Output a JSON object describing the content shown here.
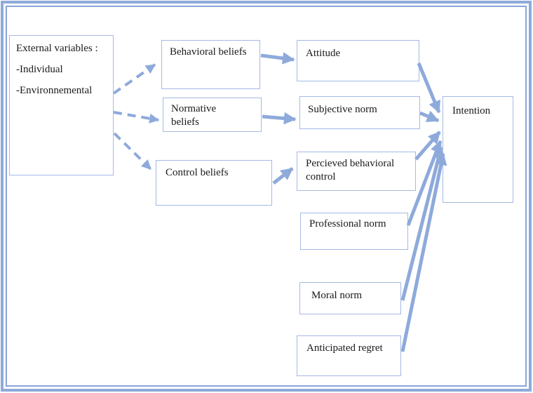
{
  "diagram": {
    "external_variables": {
      "title": "External variables :",
      "items": [
        "-Individual",
        "-Environnemental"
      ]
    },
    "nodes": {
      "behavioral_beliefs": "Behavioral beliefs",
      "normative_beliefs": "Normative beliefs",
      "control_beliefs": "Control beliefs",
      "attitude": "Attitude",
      "subjective_norm": "Subjective norm",
      "perceived_behavioral_control": "Percieved behavioral control",
      "intention": "Intention",
      "professional_norm": "Professional norm",
      "moral_norm": "Moral norm",
      "anticipated_regret": "Anticipated regret"
    },
    "edges": [
      {
        "from": "external_variables",
        "to": "behavioral_beliefs",
        "style": "dashed"
      },
      {
        "from": "external_variables",
        "to": "normative_beliefs",
        "style": "dashed"
      },
      {
        "from": "external_variables",
        "to": "control_beliefs",
        "style": "dashed"
      },
      {
        "from": "behavioral_beliefs",
        "to": "attitude",
        "style": "solid"
      },
      {
        "from": "normative_beliefs",
        "to": "subjective_norm",
        "style": "solid"
      },
      {
        "from": "control_beliefs",
        "to": "perceived_behavioral_control",
        "style": "solid"
      },
      {
        "from": "attitude",
        "to": "intention",
        "style": "solid"
      },
      {
        "from": "subjective_norm",
        "to": "intention",
        "style": "solid"
      },
      {
        "from": "perceived_behavioral_control",
        "to": "intention",
        "style": "solid"
      },
      {
        "from": "professional_norm",
        "to": "intention",
        "style": "solid"
      },
      {
        "from": "moral_norm",
        "to": "intention",
        "style": "solid"
      },
      {
        "from": "anticipated_regret",
        "to": "intention",
        "style": "solid"
      }
    ],
    "colors": {
      "arrow": "#8eaadb",
      "box_border": "#a4b9e4",
      "page_border": "#8eaadb",
      "text": "#1a1a1a"
    }
  }
}
